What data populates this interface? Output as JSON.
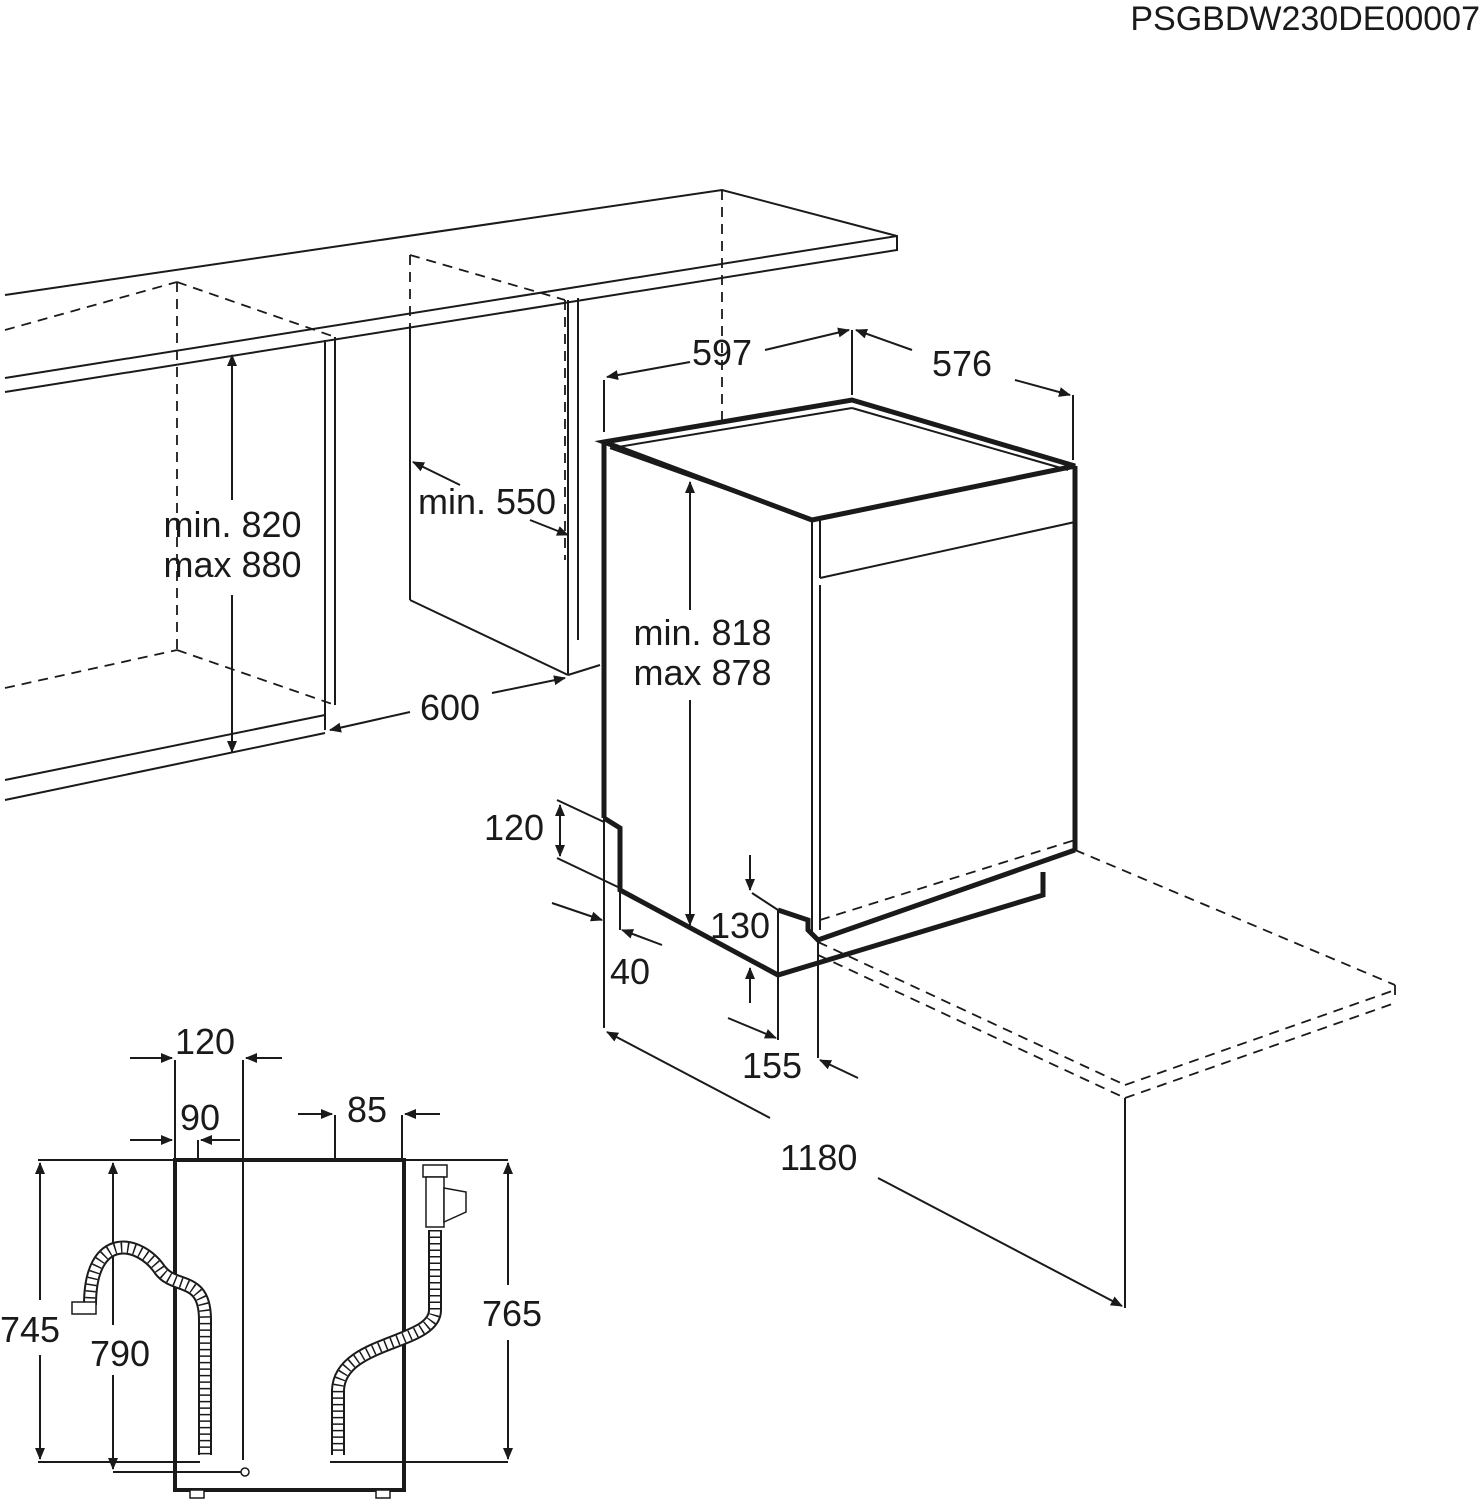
{
  "document": {
    "code": "PSGBDW230DE00007",
    "type": "Dishwasher installation dimension drawing"
  },
  "niche": {
    "height_label_line1": "min. 820",
    "height_label_line2": "max 880",
    "depth_label": "min. 550",
    "width_label": "600"
  },
  "appliance": {
    "width_label": "597",
    "depth_label": "576",
    "height_label_line1": "min. 818",
    "height_label_line2": "max 878",
    "plinth_height_label": "120",
    "plinth_recess_label": "40",
    "toe_height_label": "130",
    "toe_depth_label": "155",
    "door_open_depth_label": "1180"
  },
  "rear_view": {
    "inlet_offset_120": "120",
    "inlet_offset_90": "90",
    "drain_offset_85": "85",
    "height_745": "745",
    "height_790": "790",
    "height_765": "765"
  }
}
